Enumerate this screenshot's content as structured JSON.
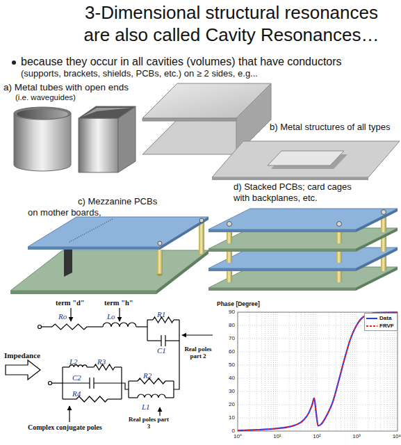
{
  "diagram": {
    "title": "3-Dimensional structural resonances are also called Cavity Resonances…",
    "labels": [
      "because they occur in all cavities (volumes) that have conductors",
      "(supports, brackets, shields, PCBs, etc.) on ≥ 2 sides, e.g...",
      "a) Metal tubes with open ends",
      "(i.e. waveguides)",
      "b) Metal structures of all types",
      "c) Mezzanine PCBs",
      "on mother boards,",
      "d) Stacked PCBs; card cages",
      "with backplanes, etc.",
      "term \"d\"",
      "term \"h\"",
      "Ro",
      "Lo",
      "R1",
      "C1",
      "Real poles part 2",
      "Impedance",
      "L2",
      "R3",
      "C2",
      "R4",
      "R2",
      "L1",
      "Complex conjugate poles",
      "Real poles part 3",
      "Phase [Degree]",
      "90",
      "80",
      "70",
      "60",
      "50",
      "40",
      "30",
      "20",
      "10",
      "0",
      "10⁰",
      "10¹",
      "10²",
      "10³",
      "10⁴"
    ],
    "legend": [
      {
        "text": "Data"
      },
      {
        "text": "FRVF"
      }
    ]
  }
}
